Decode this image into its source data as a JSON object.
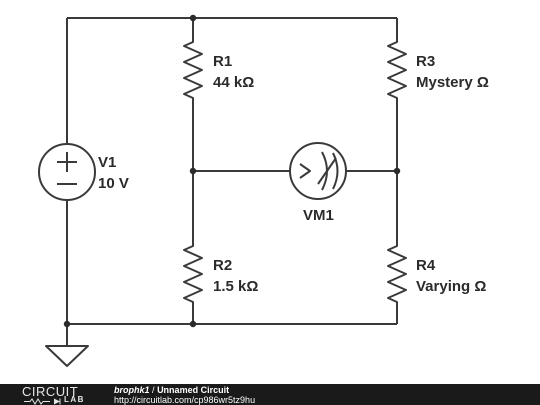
{
  "components": {
    "r1": {
      "name": "R1",
      "value": "44 kΩ"
    },
    "r2": {
      "name": "R2",
      "value": "1.5 kΩ"
    },
    "r3": {
      "name": "R3",
      "value": "Mystery Ω"
    },
    "r4": {
      "name": "R4",
      "value": "Varying Ω"
    },
    "v1": {
      "name": "V1",
      "value": "10 V"
    },
    "vm1": {
      "name": "VM1"
    }
  },
  "footer": {
    "logo_top": "CIRCUIT",
    "logo_bottom": "LAB",
    "author": "brophk1",
    "separator": "/",
    "circuit_title": "Unnamed Circuit",
    "url": "http://circuitlab.com/cp986wr5tz9hu"
  },
  "colors": {
    "wire": "#3a3a3a",
    "footer_bg": "#1a1a1a",
    "background": "#ffffff"
  }
}
